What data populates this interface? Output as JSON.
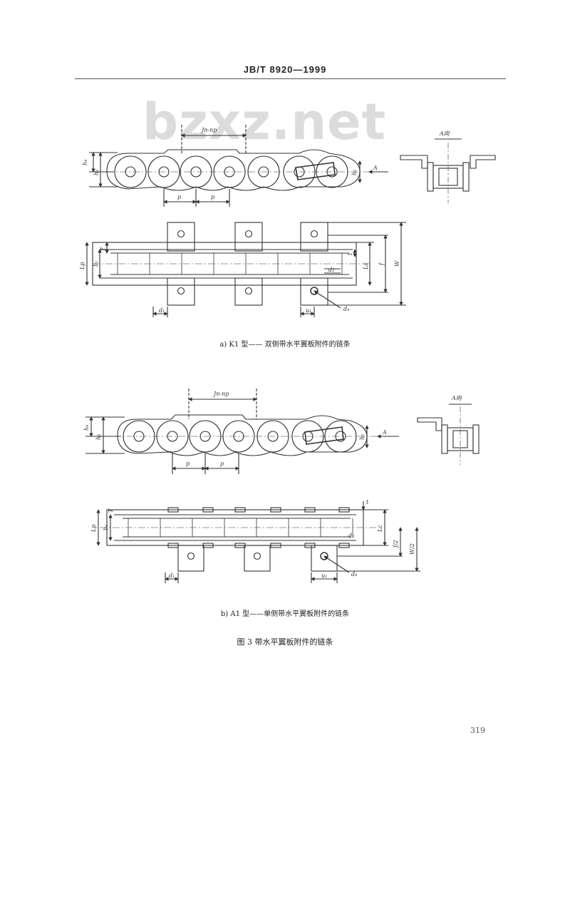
{
  "header": {
    "standard": "JB/T 8920—1999"
  },
  "watermark": "bzxz.net",
  "figures": {
    "a": {
      "caption": "a) K1 型—— 双侧带水平翼板附件的链条",
      "view_label": "A向",
      "labels": {
        "pitch_n": "Jn-np",
        "p1": "p",
        "p2": "p",
        "h4": "h₄",
        "h2": "h₂",
        "h5": "h₅",
        "arrow": "A",
        "lp": "Lp",
        "b1": "b₁",
        "T": "T",
        "t": "t",
        "Lc": "Lᴄ",
        "f": "f",
        "W": "W",
        "d2": "d₂",
        "d1": "d₁",
        "u1": "u₁",
        "d4": "d₄"
      }
    },
    "b": {
      "caption": "b) A1 型——单侧带水平翼板附件的链条",
      "view_label": "A向",
      "labels": {
        "pitch_n": "Jn-np",
        "p1": "p",
        "p2": "p",
        "h4": "h₄",
        "h2": "h₂",
        "h5": "h₅",
        "arrow": "A",
        "lp": "Lp",
        "b1": "b₁",
        "T": "T",
        "t": "t",
        "Lc": "Lᴄ",
        "f2": "f/2",
        "W2": "W/2",
        "d2": "d₂",
        "d1": "d₁",
        "u1": "u₁",
        "d4": "d₄"
      }
    }
  },
  "figure_caption": "图 3  带水平翼板附件的链条",
  "page_number": "319"
}
